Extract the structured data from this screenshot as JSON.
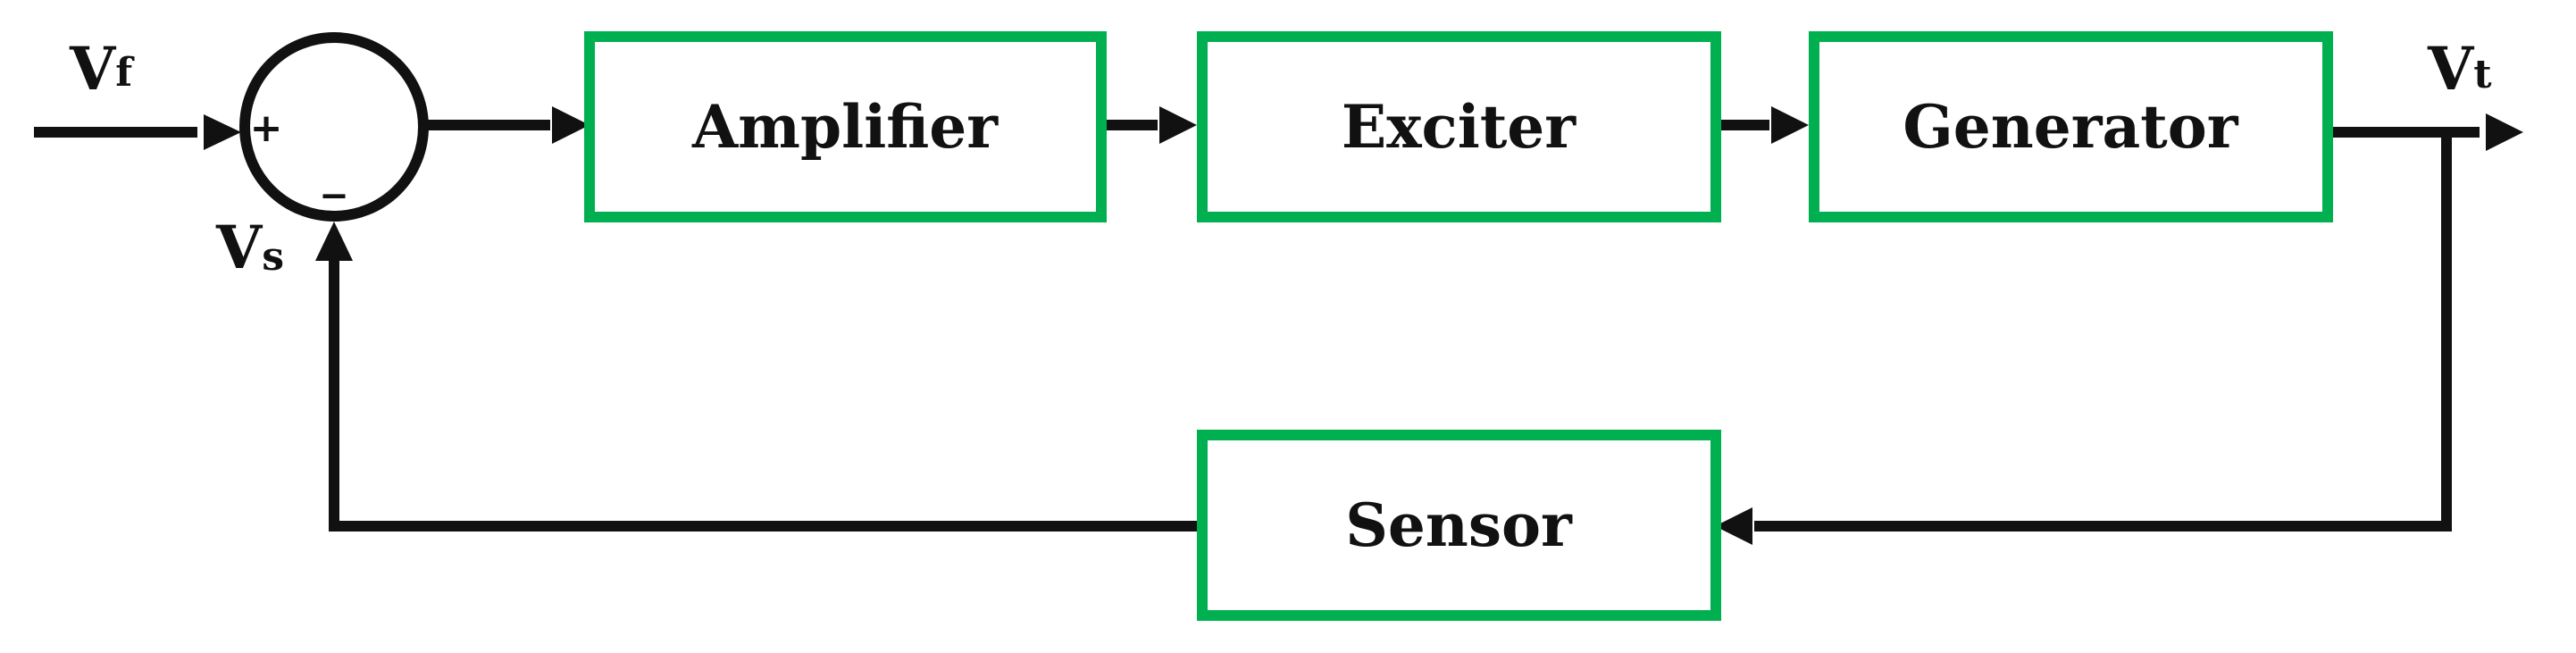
{
  "colors": {
    "block_border": "#00b050",
    "line": "#111111",
    "text": "#111111",
    "background": "#ffffff"
  },
  "blocks": {
    "amplifier": "Amplifier",
    "exciter": "Exciter",
    "generator": "Generator",
    "sensor": "Sensor"
  },
  "signals": {
    "reference": {
      "main": "V",
      "sub": "f"
    },
    "feedback": {
      "main": "V",
      "sub": "s"
    },
    "output": {
      "main": "V",
      "sub": "t"
    }
  },
  "summing_junction": {
    "plus": "+",
    "minus": "_"
  }
}
